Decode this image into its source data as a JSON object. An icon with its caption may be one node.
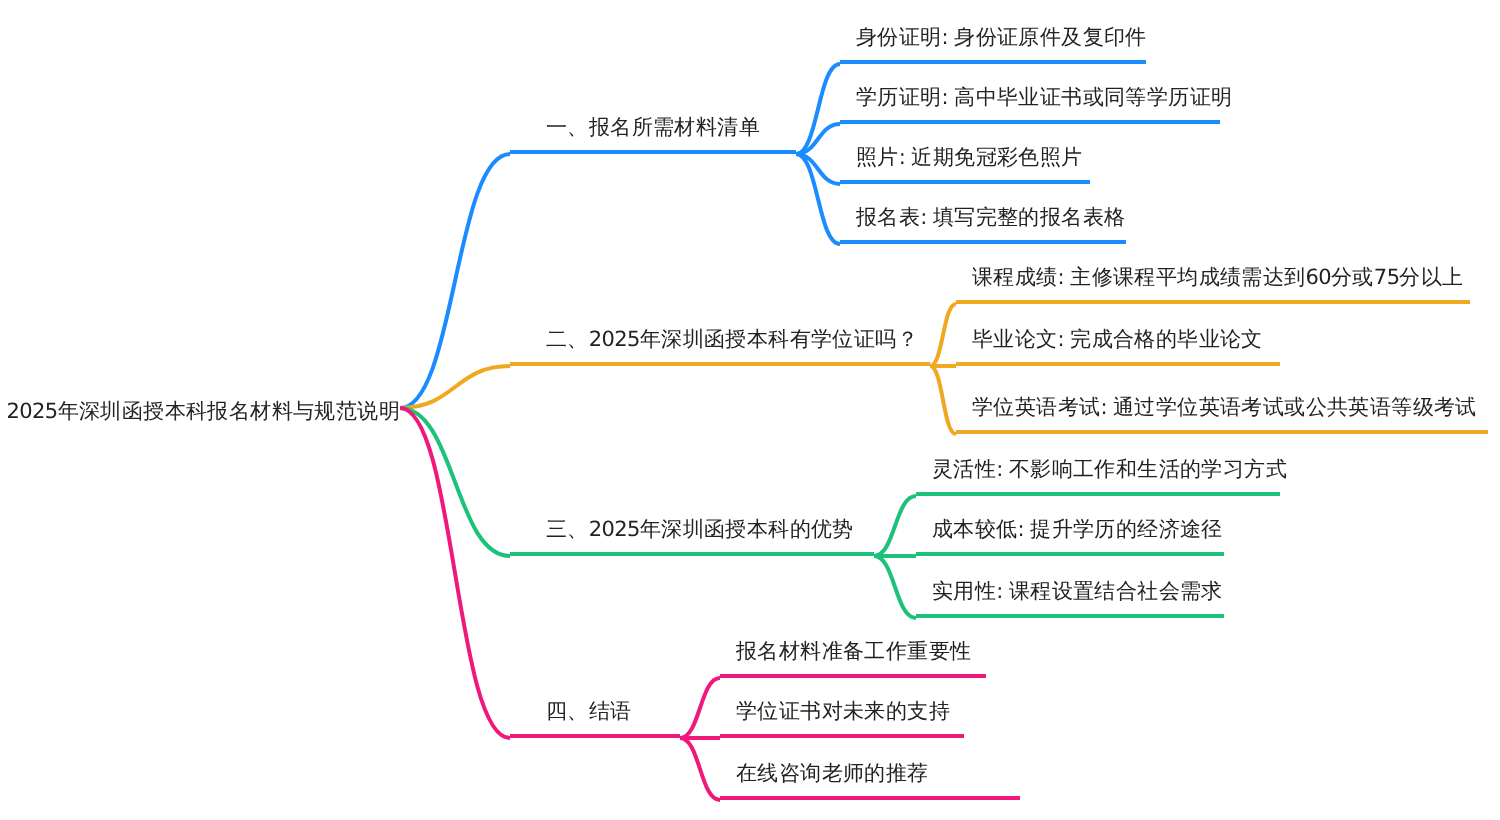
{
  "diagram": {
    "nodes": [
      {
        "text": [
          "2025年深圳函授本科报名材料与规范说明"
        ]
      },
      {
        "text": [
          "一、报名所需材料清单"
        ]
      },
      {
        "text": [
          "身份证明: 身份证原件及复印件"
        ]
      },
      {
        "text": [
          "学历证明: 高中毕业证书或同等学历证明"
        ]
      },
      {
        "text": [
          "照片: 近期免冠彩色照片"
        ]
      },
      {
        "text": [
          "报名表: 填写完整的报名表格"
        ]
      },
      {
        "text": [
          "二、2025年深圳函授本科有学位证吗？"
        ]
      },
      {
        "text": [
          "课程成绩: 主修课程平均成绩需达到60分或75分以上"
        ]
      },
      {
        "text": [
          "毕业论文: 完成合格的毕业论文"
        ]
      },
      {
        "text": [
          "学位英语考试: 通过学位英语考试或公共英语等级考试"
        ]
      },
      {
        "text": [
          "三、2025年深圳函授本科的优势"
        ]
      },
      {
        "text": [
          "灵活性: 不影响工作和生活的学习方式"
        ]
      },
      {
        "text": [
          "成本较低: 提升学历的经济途径"
        ]
      },
      {
        "text": [
          "实用性: 课程设置结合社会需求"
        ]
      },
      {
        "text": [
          "四、结语"
        ]
      },
      {
        "text": [
          "报名材料准备工作重要性"
        ]
      },
      {
        "text": [
          "学位证书对未来的支持"
        ]
      },
      {
        "text": [
          "在线咨询老师的推荐"
        ]
      }
    ],
    "edges": [
      {
        "from": 0,
        "to": 1,
        "arrow": "none",
        "color": "#1a8cff"
      },
      {
        "from": 1,
        "to": 2,
        "arrow": "none",
        "color": "#1a8cff"
      },
      {
        "from": 1,
        "to": 3,
        "arrow": "none",
        "color": "#1a8cff"
      },
      {
        "from": 1,
        "to": 4,
        "arrow": "none",
        "color": "#1a8cff"
      },
      {
        "from": 1,
        "to": 5,
        "arrow": "none",
        "color": "#1a8cff"
      },
      {
        "from": 0,
        "to": 6,
        "arrow": "none",
        "color": "#f0a820"
      },
      {
        "from": 6,
        "to": 7,
        "arrow": "none",
        "color": "#f0a820"
      },
      {
        "from": 6,
        "to": 8,
        "arrow": "none",
        "color": "#f0a820"
      },
      {
        "from": 6,
        "to": 9,
        "arrow": "none",
        "color": "#f0a820"
      },
      {
        "from": 0,
        "to": 10,
        "arrow": "none",
        "color": "#1cc27a"
      },
      {
        "from": 10,
        "to": 11,
        "arrow": "none",
        "color": "#1cc27a"
      },
      {
        "from": 10,
        "to": 12,
        "arrow": "none",
        "color": "#1cc27a"
      },
      {
        "from": 10,
        "to": 13,
        "arrow": "none",
        "color": "#1cc27a"
      },
      {
        "from": 0,
        "to": 14,
        "arrow": "none",
        "color": "#f0187a"
      },
      {
        "from": 14,
        "to": 15,
        "arrow": "none",
        "color": "#f0187a"
      },
      {
        "from": 14,
        "to": 16,
        "arrow": "none",
        "color": "#f0187a"
      },
      {
        "from": 14,
        "to": 17,
        "arrow": "none",
        "color": "#f0187a"
      }
    ]
  }
}
